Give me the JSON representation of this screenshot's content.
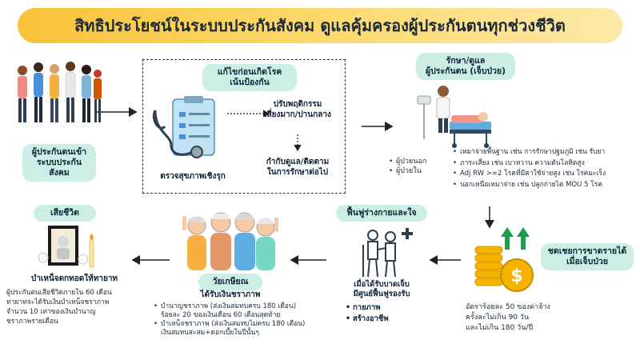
{
  "title": "สิทธิประโยชน์ในระบบประกันสังคม ดูแลคุ้มครองผู้ประกันตนทุกช่วงชีวิต",
  "enter": {
    "label": "ผู้ประกันตนเข้า\nระบบประกันสังคม"
  },
  "prevent": {
    "pill": "แก้ไขก่อนเกิดโรค\nเน้นป้องกัน",
    "behavior": "ปรับพฤติกรรม\nเสี่ยงมาก/ปานกลาง",
    "followup": "กำกับดูแล/ติดตาม\nในการรักษาต่อไป",
    "checkup": "ตรวจสุขภาพเชิงรุก"
  },
  "treat": {
    "pill": "รักษา/ดูแล\nผู้ประกันตน (เจ็บป่วย)",
    "types": [
      "ผู้ป่วยนอก",
      "ผู้ป่วยใน"
    ],
    "items": [
      "เหมาจ่ายพื้นฐาน เช่น การรักษาปฐมภูมิ เช่น รับยา",
      "ภาระเสี่ยง เช่น เบาหวาน ความดันโลหิตสูง",
      "Adj RW >=2 โรคที่มีค่าใช้จ่ายสูง เช่น โรคมะเร็ง",
      "นอกเหนือเหมาจ่าย เช่น ปลูกถ่ายไต MOU 5 โรค"
    ]
  },
  "compensate": {
    "pill": "ชดเชยการขาดรายได้\nเมื่อเจ็บป่วย",
    "text": "อัตราร้อยละ 50 ของค่าจ้าง\nครั้งละไม่เกิน 90 วัน\nและไม่เกิน 180 วัน/ปี"
  },
  "rehab": {
    "pill": "ฟื้นฟูร่างกายและใจ",
    "heading": "เมื่อได้รับบาดเจ็บ\nมีศูนย์ฟื้นฟูรองรับ",
    "items": [
      "กายภาพ",
      "สร้างอาชีพ"
    ]
  },
  "retire": {
    "pill": "วัยเกษียณ",
    "subtitle": "ได้รับเงินชราภาพ",
    "items": [
      "บำนาญชราภาพ (ส่งเงินสมทบครบ 180 เดือน)\nร้อยละ 20 ของเงินเดือน 60 เดือนสุดท้าย",
      "บำเหน็จชราภาพ (ส่งเงินสมทบไม่ครบ 180 เดือน)\nเงินสมทบสะสม+ดอกเบี้ยในปีนั้นๆ"
    ]
  },
  "death": {
    "pill": "เสียชีวิต",
    "heading": "บำเหน็จตกทอดให้ทายาท",
    "text": "ผู้ประกันตนเสียชีวิตภายใน 60 เดือน\nทายาทจะได้รับเงินบำเหน็จชราภาพ\nจำนวน 10 เท่าของเงินบำนาญ\nชราภาพรายเดือน"
  },
  "colors": {
    "banner": "#f9c23a",
    "pill": "#cdeee4",
    "arrow": "#222222",
    "coin": "#f4b400",
    "upArrow": "#1e9e4a"
  }
}
